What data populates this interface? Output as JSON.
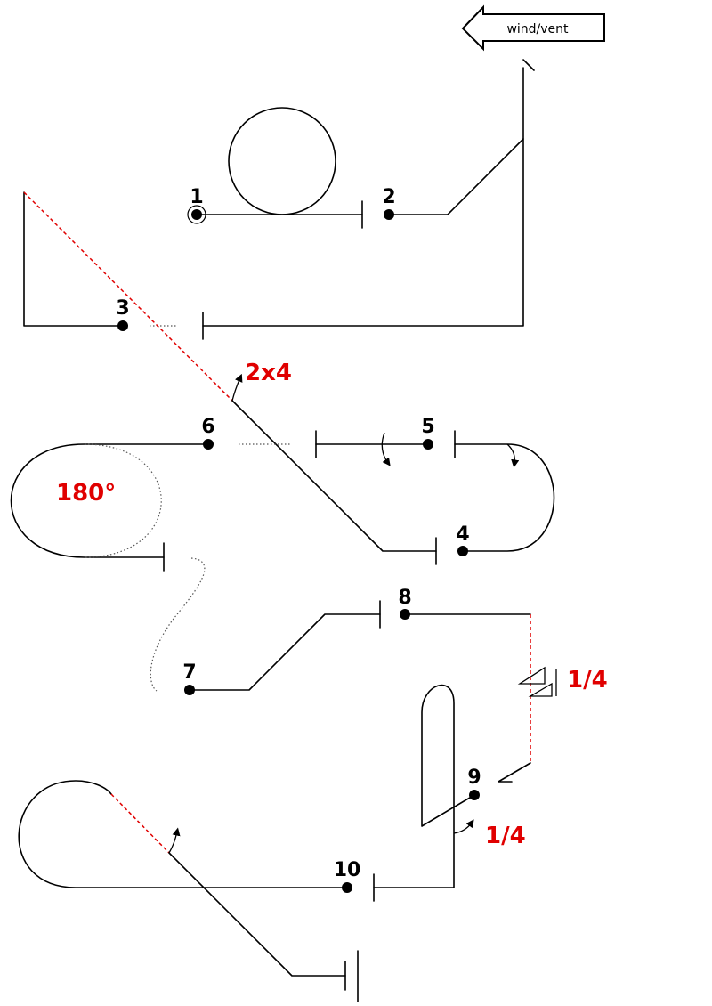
{
  "wind_label": "wind/vent",
  "points": {
    "p1": "1",
    "p2": "2",
    "p3": "3",
    "p4": "4",
    "p5": "5",
    "p6": "6",
    "p7": "7",
    "p8": "8",
    "p9": "9",
    "p10": "10"
  },
  "annotations": {
    "spin": "2x4",
    "turn180": "180°",
    "quarter_a": "1/4",
    "quarter_b": "1/4"
  },
  "colors": {
    "line": "#000000",
    "accent": "#e00000"
  }
}
